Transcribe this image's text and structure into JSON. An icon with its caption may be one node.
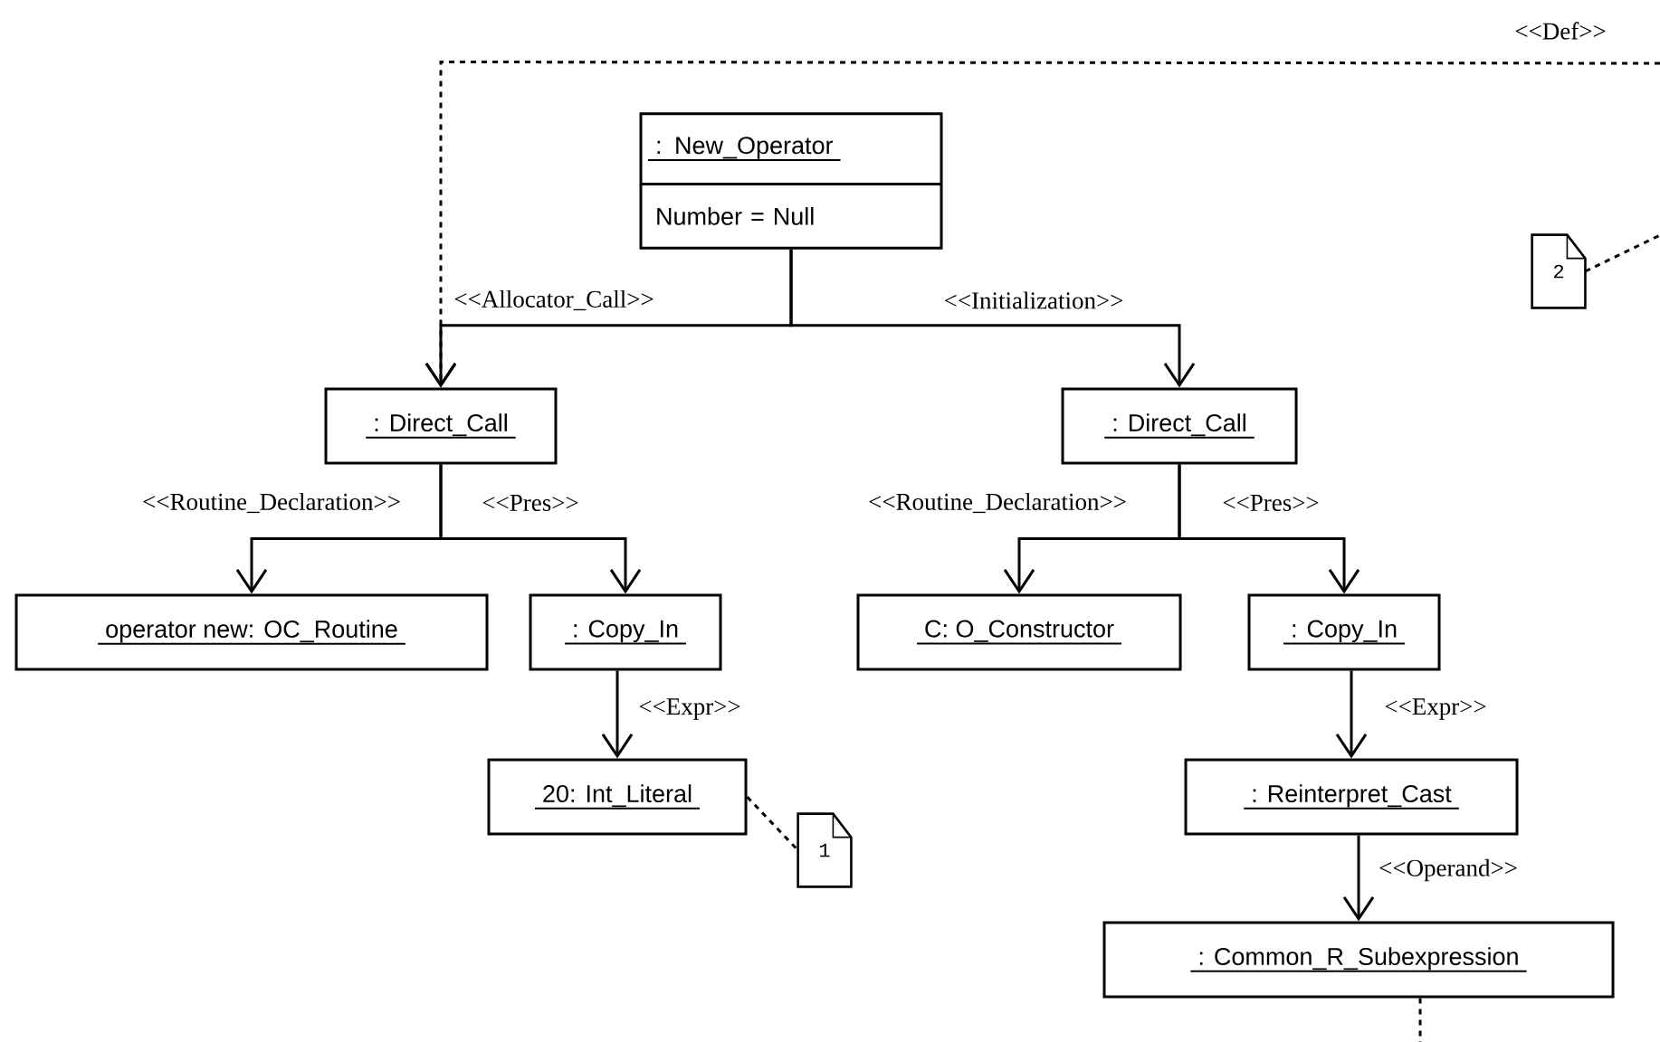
{
  "diagram": {
    "nodes": [
      {
        "text": [
          ": New_Operator",
          "Number = Null"
        ]
      },
      {
        "text": [
          ": Direct_Call"
        ]
      },
      {
        "text": [
          ": Direct_Call"
        ]
      },
      {
        "text": [
          "operator new: OC_Routine"
        ]
      },
      {
        "text": [
          ": Copy_In"
        ]
      },
      {
        "text": [
          "C: O_Constructor"
        ]
      },
      {
        "text": [
          ": Copy_In"
        ]
      },
      {
        "text": [
          "20: Int_Literal"
        ]
      },
      {
        "text": [
          ": Reinterpret_Cast"
        ]
      },
      {
        "text": [
          ": Common_R_Subexpression"
        ]
      },
      {
        "text": [
          "1"
        ]
      },
      {
        "text": [
          "2"
        ]
      }
    ],
    "edges": [
      {
        "from": null,
        "to": 1,
        "arrow": "to",
        "style": "dashed",
        "label": "<<Def>>"
      },
      {
        "from": 0,
        "to": 1,
        "arrow": "to",
        "label": "<<Allocator_Call>>"
      },
      {
        "from": 0,
        "to": 2,
        "arrow": "to",
        "label": "<<Initialization>>"
      },
      {
        "from": 1,
        "to": 3,
        "arrow": "to",
        "label": "<<Routine_Declaration>>"
      },
      {
        "from": 1,
        "to": 4,
        "arrow": "to",
        "label": "<<Pres>>"
      },
      {
        "from": 2,
        "to": 5,
        "arrow": "to",
        "label": "<<Routine_Declaration>>"
      },
      {
        "from": 2,
        "to": 6,
        "arrow": "to",
        "label": "<<Pres>>"
      },
      {
        "from": 4,
        "to": 7,
        "arrow": "to",
        "label": "<<Expr>>"
      },
      {
        "from": 6,
        "to": 8,
        "arrow": "to",
        "label": "<<Expr>>"
      },
      {
        "from": 8,
        "to": 9,
        "arrow": "to",
        "label": "<<Operand>>"
      },
      {
        "from": 7,
        "to": 10,
        "arrow": "none",
        "style": "dashed"
      },
      {
        "from": 11,
        "to": null,
        "arrow": "none",
        "style": "dashed"
      },
      {
        "from": 9,
        "to": null,
        "arrow": "none",
        "style": "dashed"
      }
    ]
  }
}
